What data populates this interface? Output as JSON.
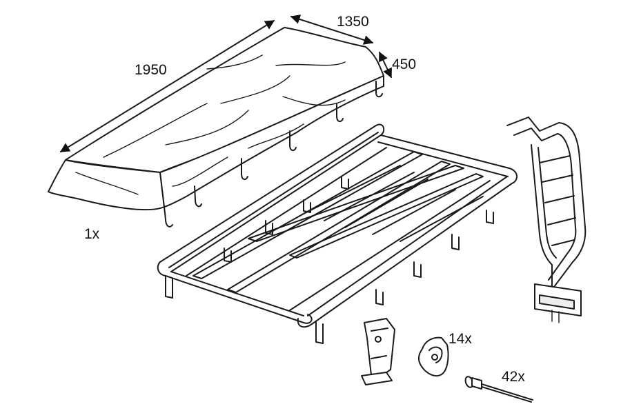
{
  "labels": {
    "cover_length": "1950",
    "cover_width": "1350",
    "cover_height": "450",
    "cover_qty": "1x",
    "clip_qty": "14x",
    "rivet_qty": "42x"
  }
}
